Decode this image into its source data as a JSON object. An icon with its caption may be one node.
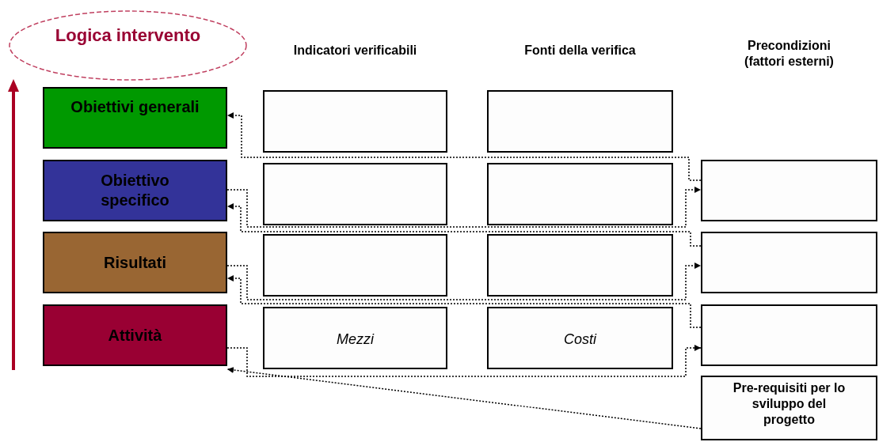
{
  "diagram": {
    "nodes": [
      {
        "text": [
          "Logica intervento"
        ]
      },
      {
        "text": [
          "Obiettivi generali"
        ]
      },
      {
        "text": [],
        "shape": "box"
      },
      {
        "text": [],
        "shape": "box"
      },
      {
        "text": [
          "Obiettivo specifico"
        ]
      },
      {
        "text": [],
        "shape": "box"
      },
      {
        "text": [],
        "shape": "box"
      },
      {
        "text": [],
        "shape": "box"
      },
      {
        "text": [
          "Risultati"
        ]
      },
      {
        "text": [],
        "shape": "box"
      },
      {
        "text": [],
        "shape": "box"
      },
      {
        "text": [],
        "shape": "box"
      },
      {
        "text": [
          "Attività"
        ]
      },
      {
        "text": [
          "Mezzi"
        ]
      },
      {
        "text": [
          "Costi"
        ]
      },
      {
        "text": [],
        "shape": "box"
      },
      {
        "text": [
          "Pre-requisiti per lo sviluppo del progetto"
        ]
      }
    ],
    "edges": [
      {
        "from": 7,
        "to": 1,
        "arrow": "to"
      },
      {
        "from": 4,
        "to": 7,
        "arrow": "to"
      },
      {
        "from": 11,
        "to": 4,
        "arrow": "to"
      },
      {
        "from": 8,
        "to": 11,
        "arrow": "to"
      },
      {
        "from": 15,
        "to": 8,
        "arrow": "to"
      },
      {
        "from": 12,
        "to": 15,
        "arrow": "to"
      },
      {
        "from": 16,
        "to": 12,
        "arrow": "to"
      }
    ],
    "labels": [
      "Indicatori verificabili",
      "Fonti della verifica",
      "Precondizioni (fattori esterni)"
    ]
  }
}
